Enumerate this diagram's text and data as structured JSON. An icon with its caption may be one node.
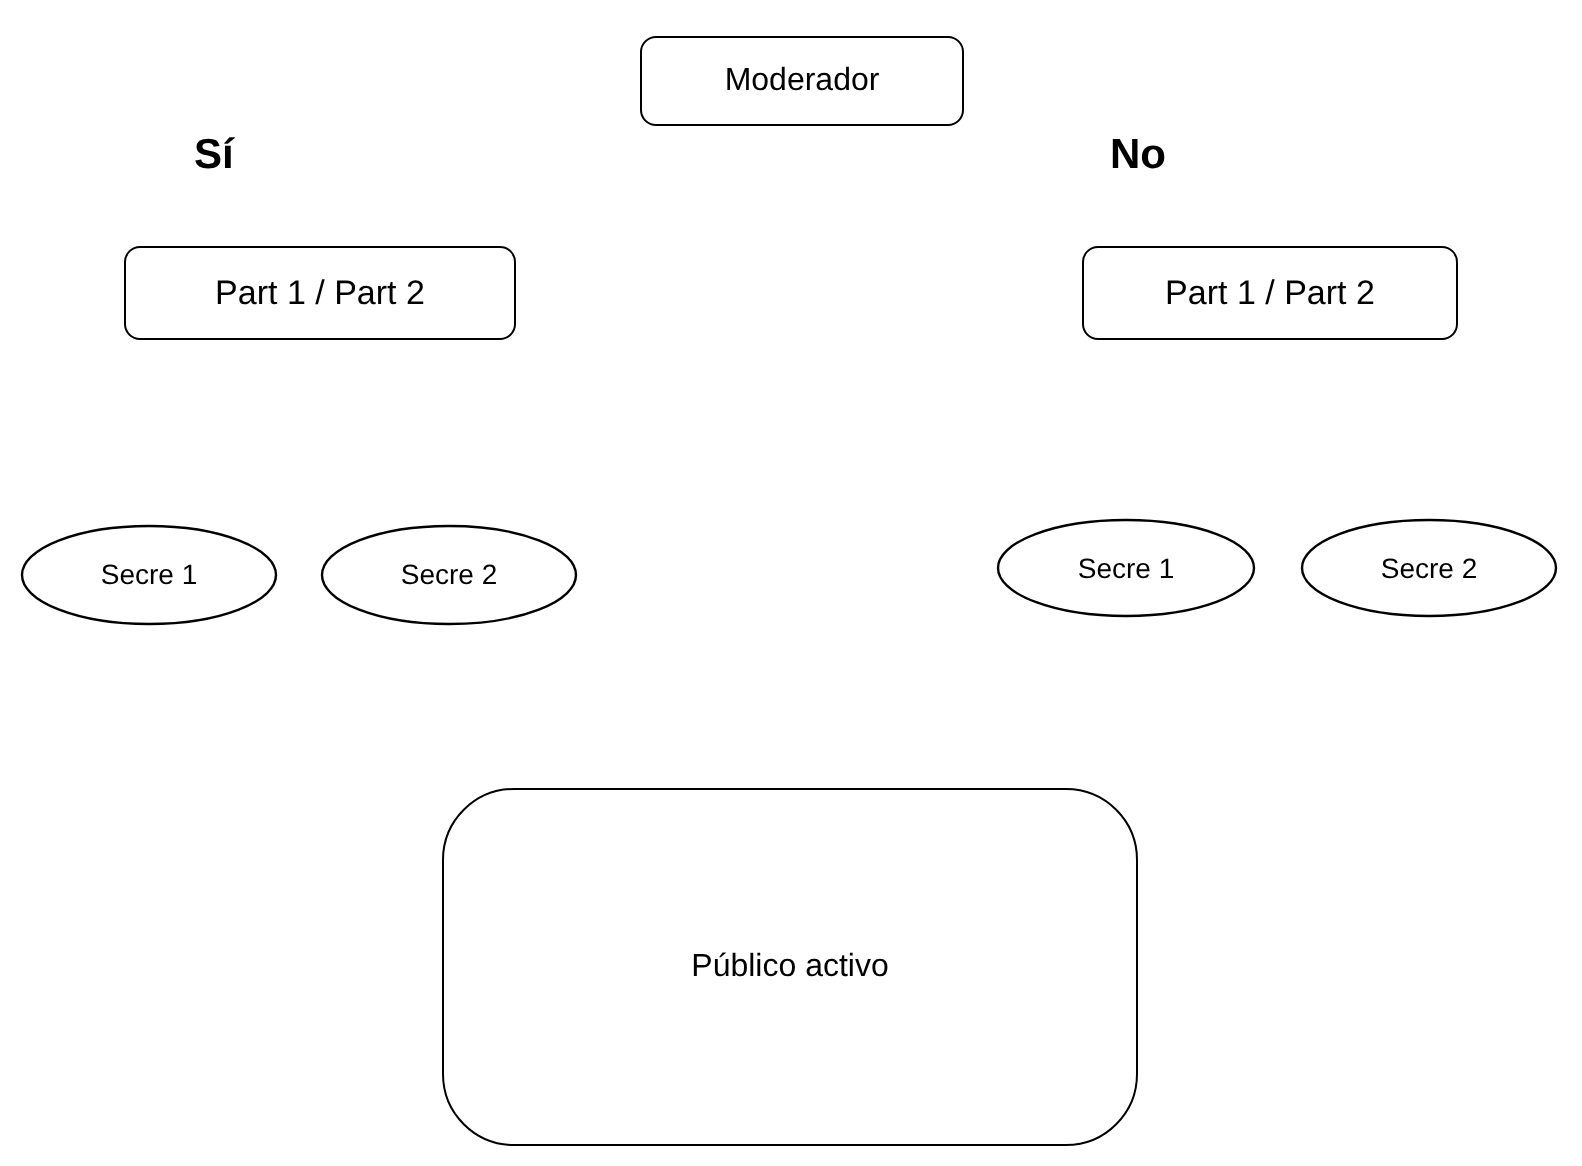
{
  "diagram": {
    "nodes": [
      {
        "text": [
          "Moderador"
        ]
      },
      {
        "text": [
          "Part 1 / Part 2"
        ]
      },
      {
        "text": [
          "Part 1 / Part 2"
        ]
      },
      {
        "text": [
          "Secre 1"
        ]
      },
      {
        "text": [
          "Secre 2"
        ]
      },
      {
        "text": [
          "Secre 1"
        ]
      },
      {
        "text": [
          "Secre 2"
        ]
      },
      {
        "text": [
          "Público activo"
        ]
      }
    ],
    "labels": [
      "Sí",
      "No"
    ]
  }
}
